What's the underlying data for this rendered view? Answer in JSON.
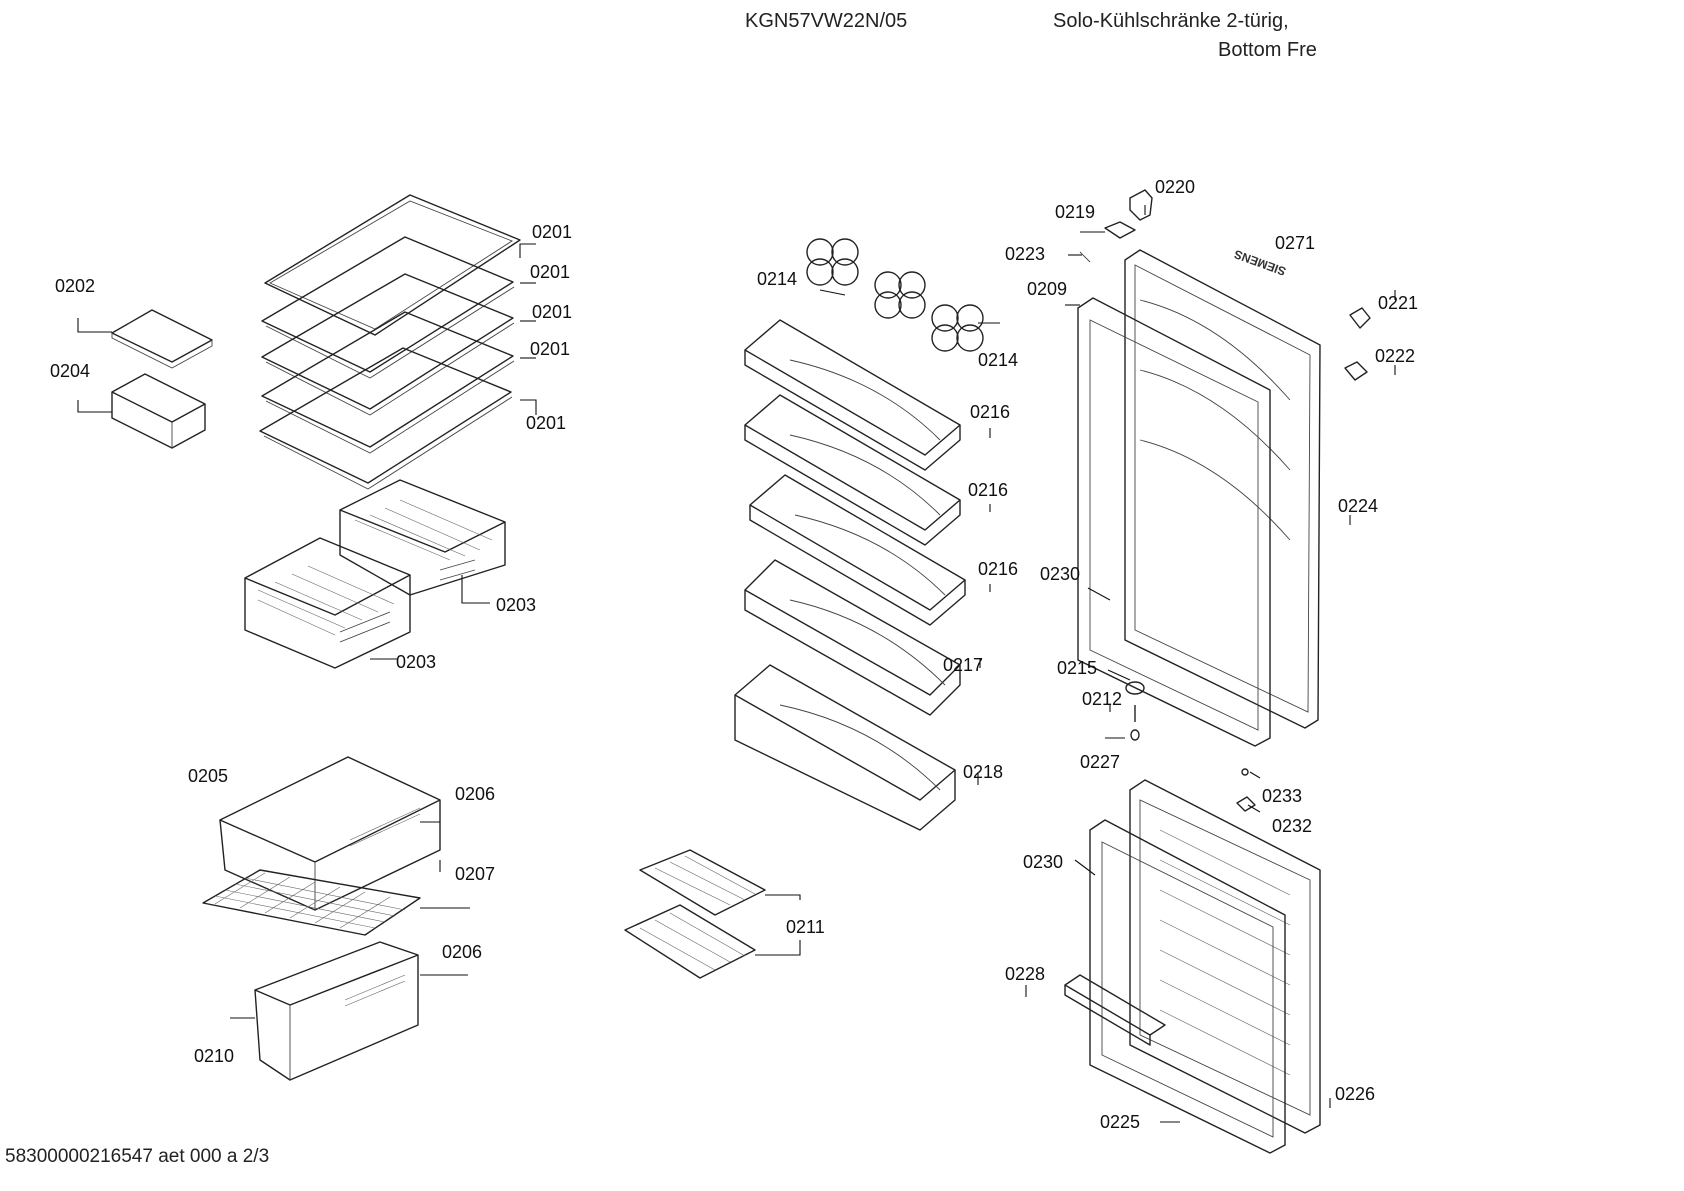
{
  "header": {
    "model": "KGN57VW22N/05",
    "description_line1": "Solo-Kühlschränke 2-türig,",
    "description_line2": "Bottom Fre"
  },
  "footer": {
    "document_code": "58300000216547 aet 000 a 2/3"
  },
  "brand_label": "SIEMENS",
  "callouts": [
    {
      "id": "c0201a",
      "label": "0201"
    },
    {
      "id": "c0201b",
      "label": "0201"
    },
    {
      "id": "c0201c",
      "label": "0201"
    },
    {
      "id": "c0201d",
      "label": "0201"
    },
    {
      "id": "c0201e",
      "label": "0201"
    },
    {
      "id": "c0202",
      "label": "0202"
    },
    {
      "id": "c0204",
      "label": "0204"
    },
    {
      "id": "c0203a",
      "label": "0203"
    },
    {
      "id": "c0203b",
      "label": "0203"
    },
    {
      "id": "c0205",
      "label": "0205"
    },
    {
      "id": "c0206a",
      "label": "0206"
    },
    {
      "id": "c0207",
      "label": "0207"
    },
    {
      "id": "c0206b",
      "label": "0206"
    },
    {
      "id": "c0210",
      "label": "0210"
    },
    {
      "id": "c0214a",
      "label": "0214"
    },
    {
      "id": "c0214b",
      "label": "0214"
    },
    {
      "id": "c0216a",
      "label": "0216"
    },
    {
      "id": "c0216b",
      "label": "0216"
    },
    {
      "id": "c0216c",
      "label": "0216"
    },
    {
      "id": "c0217",
      "label": "0217"
    },
    {
      "id": "c0218",
      "label": "0218"
    },
    {
      "id": "c0211",
      "label": "0211"
    },
    {
      "id": "c0220",
      "label": "0220"
    },
    {
      "id": "c0219",
      "label": "0219"
    },
    {
      "id": "c0271",
      "label": "0271"
    },
    {
      "id": "c0223",
      "label": "0223"
    },
    {
      "id": "c0209",
      "label": "0209"
    },
    {
      "id": "c0221",
      "label": "0221"
    },
    {
      "id": "c0222",
      "label": "0222"
    },
    {
      "id": "c0224",
      "label": "0224"
    },
    {
      "id": "c0230a",
      "label": "0230"
    },
    {
      "id": "c0215",
      "label": "0215"
    },
    {
      "id": "c0212",
      "label": "0212"
    },
    {
      "id": "c0227",
      "label": "0227"
    },
    {
      "id": "c0233",
      "label": "0233"
    },
    {
      "id": "c0232",
      "label": "0232"
    },
    {
      "id": "c0230b",
      "label": "0230"
    },
    {
      "id": "c0228",
      "label": "0228"
    },
    {
      "id": "c0226",
      "label": "0226"
    },
    {
      "id": "c0225",
      "label": "0225"
    }
  ]
}
